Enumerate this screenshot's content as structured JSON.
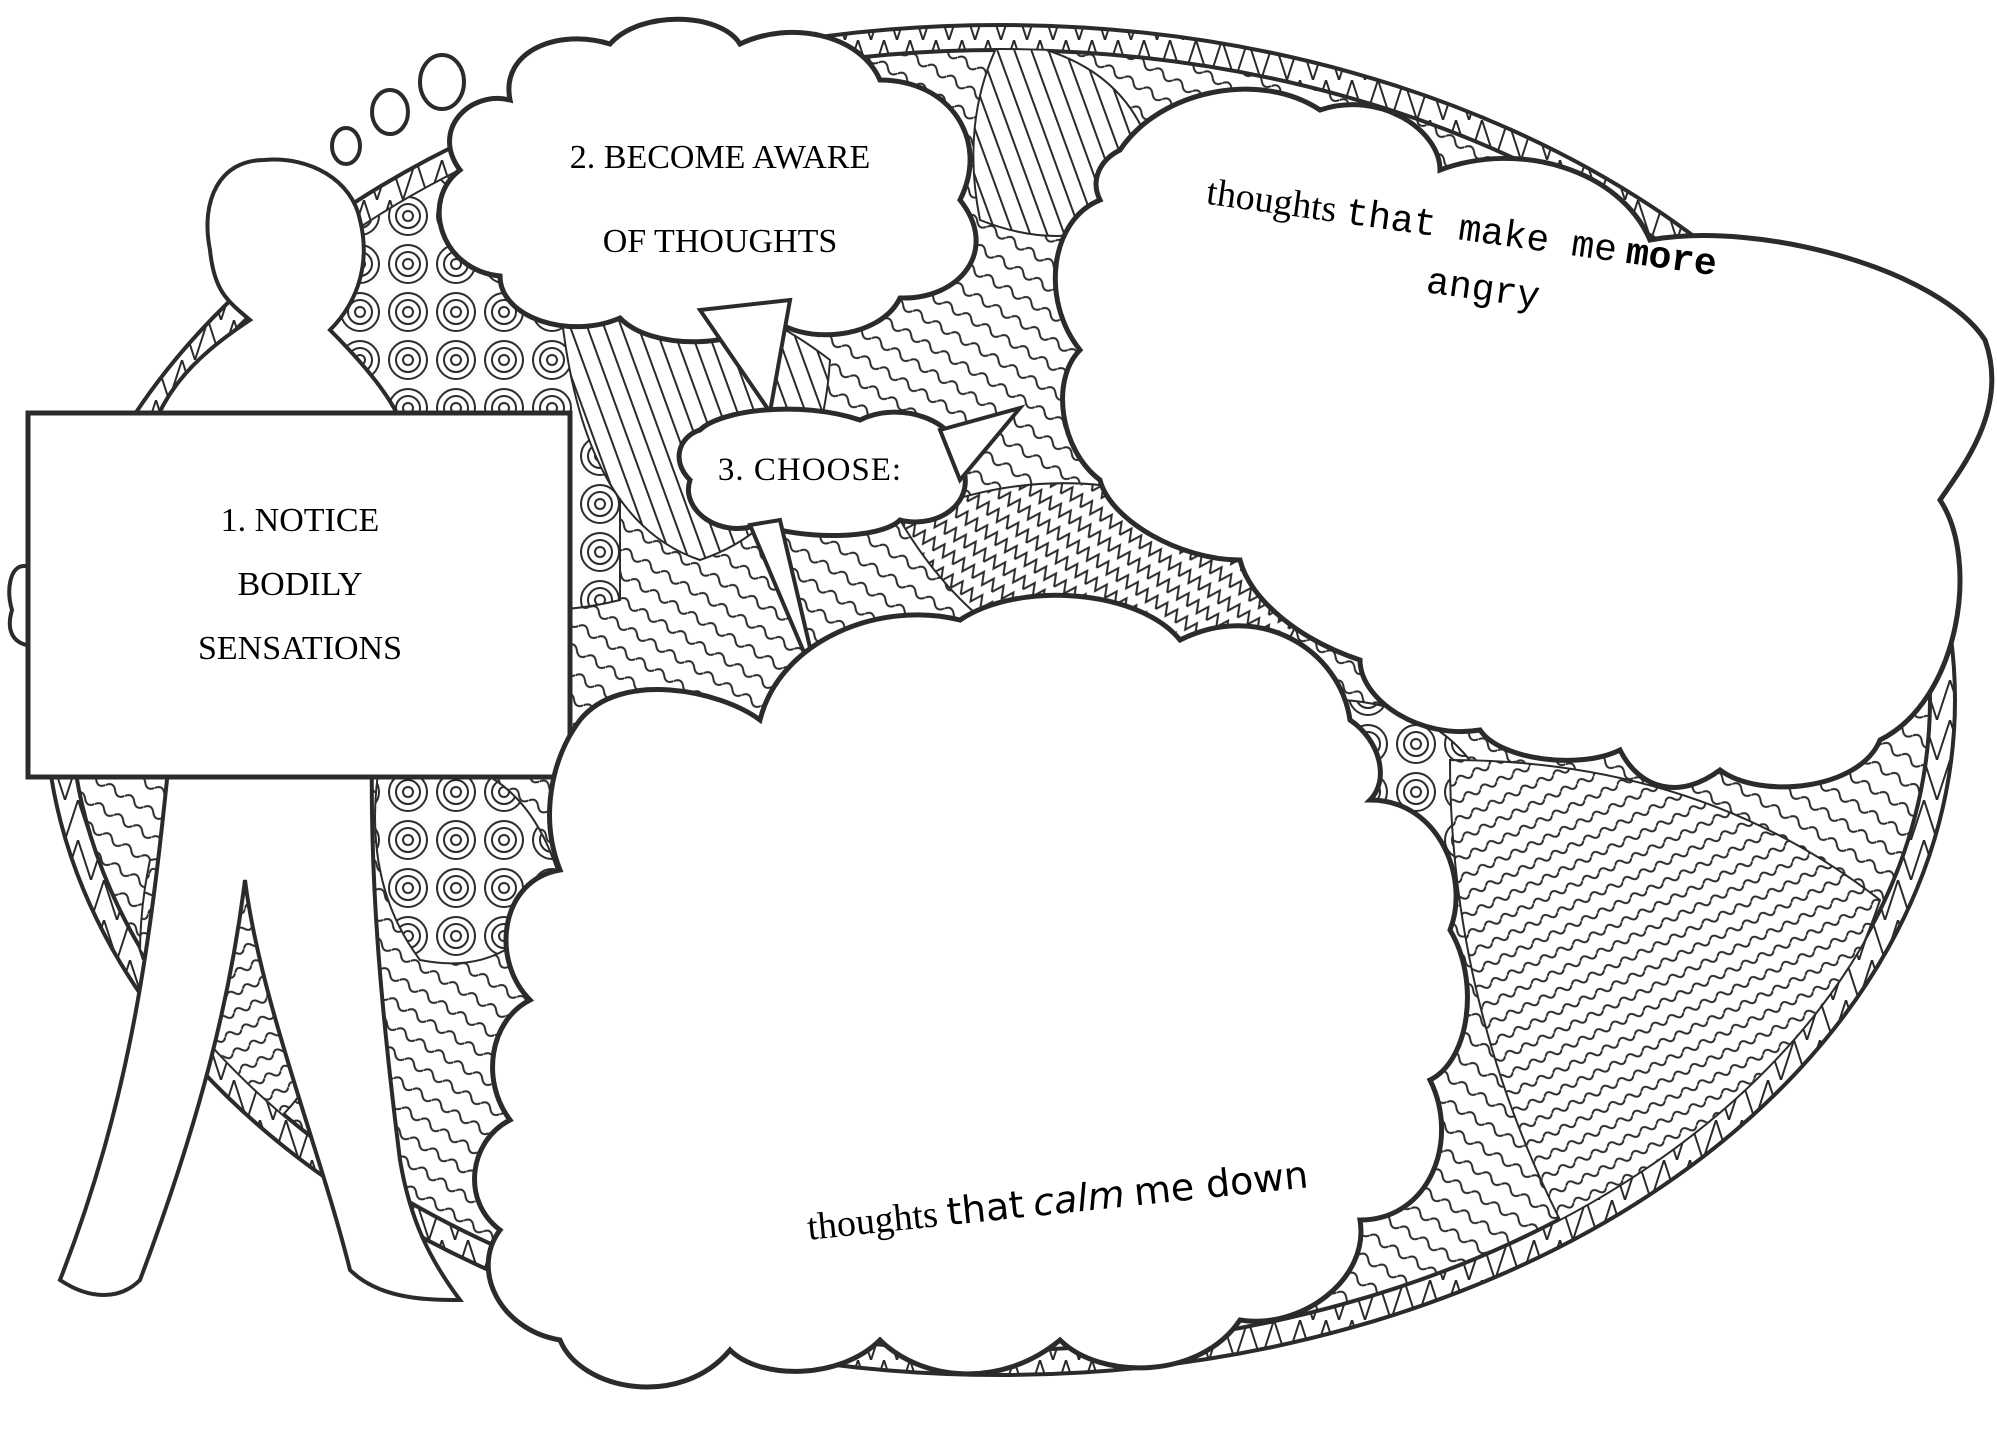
{
  "diagram": {
    "steps": {
      "notice": {
        "line1": "1. NOTICE",
        "line2": "BODILY",
        "line3": "SENSATIONS"
      },
      "aware": {
        "line1": "2. BECOME AWARE",
        "line2": "OF THOUGHTS"
      },
      "choose": {
        "label": "3.  CHOOSE:"
      }
    },
    "options": {
      "angry": {
        "part1": "thoughts",
        "part2": "that make me",
        "part3": "more",
        "part4": "angry"
      },
      "calm": {
        "part1": "thoughts",
        "part2": "that",
        "part3": "calm",
        "part4": "me down"
      }
    },
    "colors": {
      "ink": "#2b2b2b",
      "paper": "#ffffff"
    }
  }
}
